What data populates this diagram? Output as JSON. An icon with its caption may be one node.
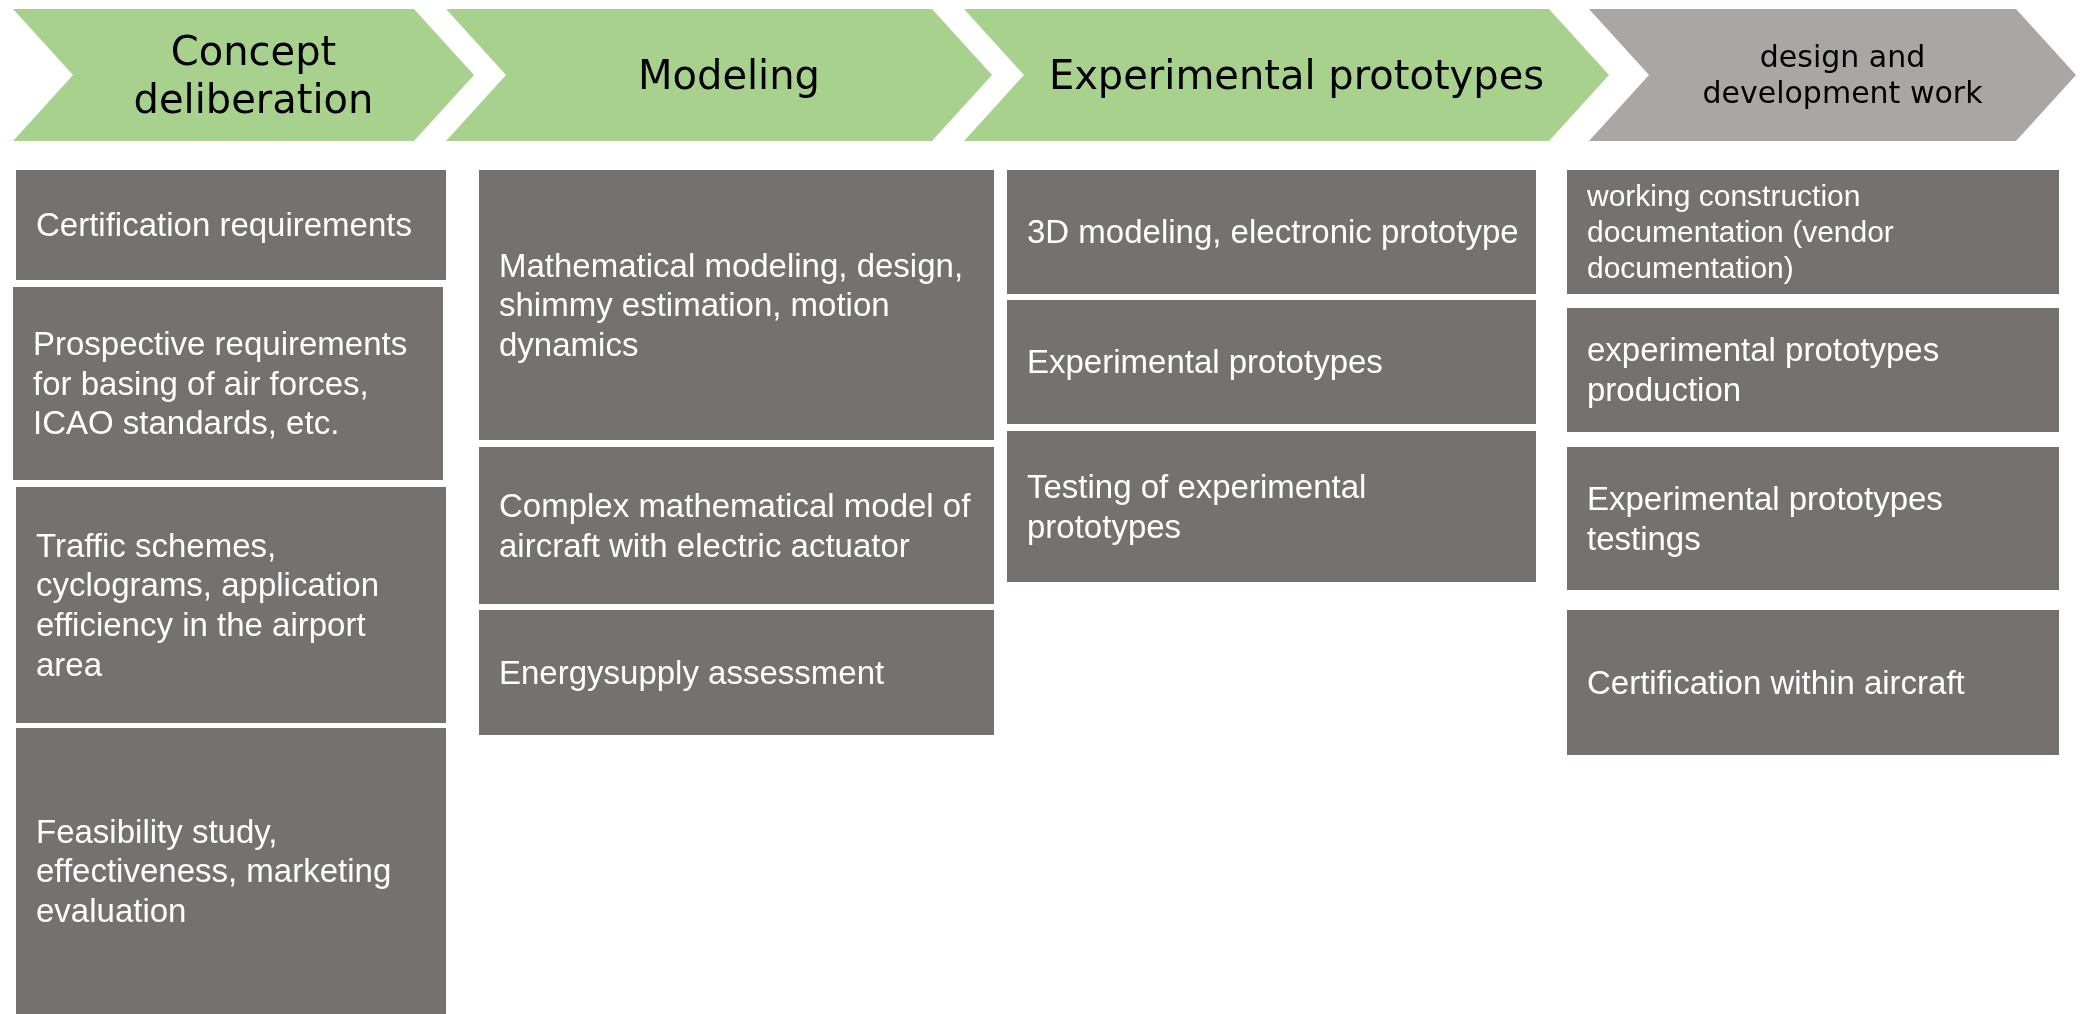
{
  "diagram": {
    "nodes": [
      {
        "text": [
          "Concept deliberation"
        ]
      },
      {
        "text": [
          "Modeling"
        ]
      },
      {
        "text": [
          "Experimental prototypes"
        ]
      },
      {
        "text": [
          "design and development work"
        ]
      },
      {
        "text": [
          "Certification requirements"
        ]
      },
      {
        "text": [
          "Prospective requirements for basing of air forces, ICAO standards, etc."
        ]
      },
      {
        "text": [
          "Traffic schemes, cyclograms, application efficiency in the airport area"
        ]
      },
      {
        "text": [
          "Feasibility study, effectiveness, marketing evaluation"
        ]
      },
      {
        "text": [
          "Mathematical modeling, design, shimmy estimation, motion dynamics"
        ]
      },
      {
        "text": [
          "Complex mathematical model of aircraft with electric actuator"
        ]
      },
      {
        "text": [
          "Energysupply assessment"
        ]
      },
      {
        "text": [
          "3D modeling, electronic prototype"
        ]
      },
      {
        "text": [
          "Experimental prototypes"
        ]
      },
      {
        "text": [
          "Testing of experimental prototypes"
        ]
      },
      {
        "text": [
          "working construction documentation (vendor documentation)"
        ]
      },
      {
        "text": [
          "experimental prototypes production"
        ]
      },
      {
        "text": [
          "Experimental prototypes testings"
        ]
      },
      {
        "text": [
          "Certification within aircraft"
        ]
      }
    ]
  }
}
